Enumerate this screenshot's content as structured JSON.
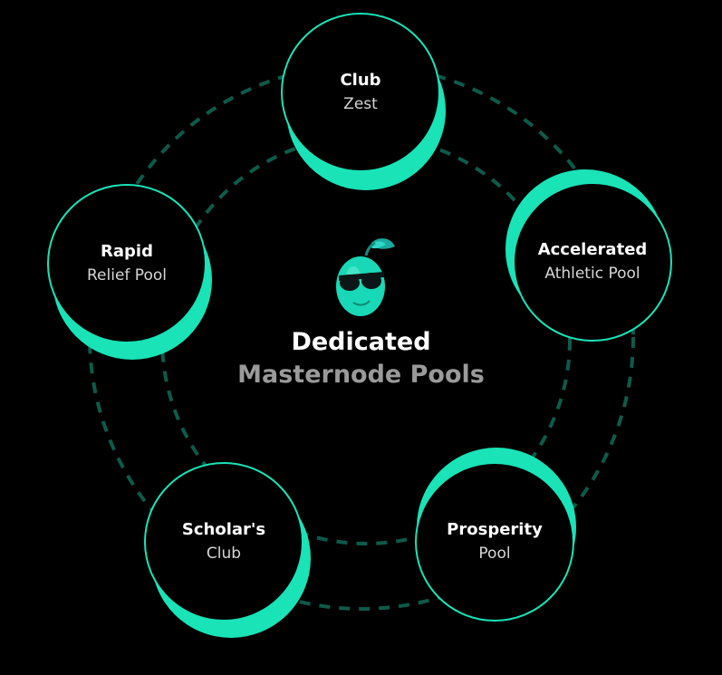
{
  "colors": {
    "background": "#000000",
    "accent": "#19e3b7",
    "dashed_ring": "#0e5a4a",
    "title_text": "#ffffff",
    "subtitle_text": "#9a9a9a"
  },
  "center": {
    "title": "Dedicated",
    "subtitle": "Masternode Pools",
    "mascot_icon": "lime-with-sunglasses-icon"
  },
  "nodes": [
    {
      "id": "club-zest",
      "title": "Club",
      "subtitle": "Zest"
    },
    {
      "id": "accelerated-athletic-pool",
      "title": "Accelerated",
      "subtitle": "Athletic Pool"
    },
    {
      "id": "prosperity-pool",
      "title": "Prosperity",
      "subtitle": "Pool"
    },
    {
      "id": "scholars-club",
      "title": "Scholar's",
      "subtitle": "Club"
    },
    {
      "id": "rapid-relief-pool",
      "title": "Rapid",
      "subtitle": "Relief Pool"
    }
  ]
}
